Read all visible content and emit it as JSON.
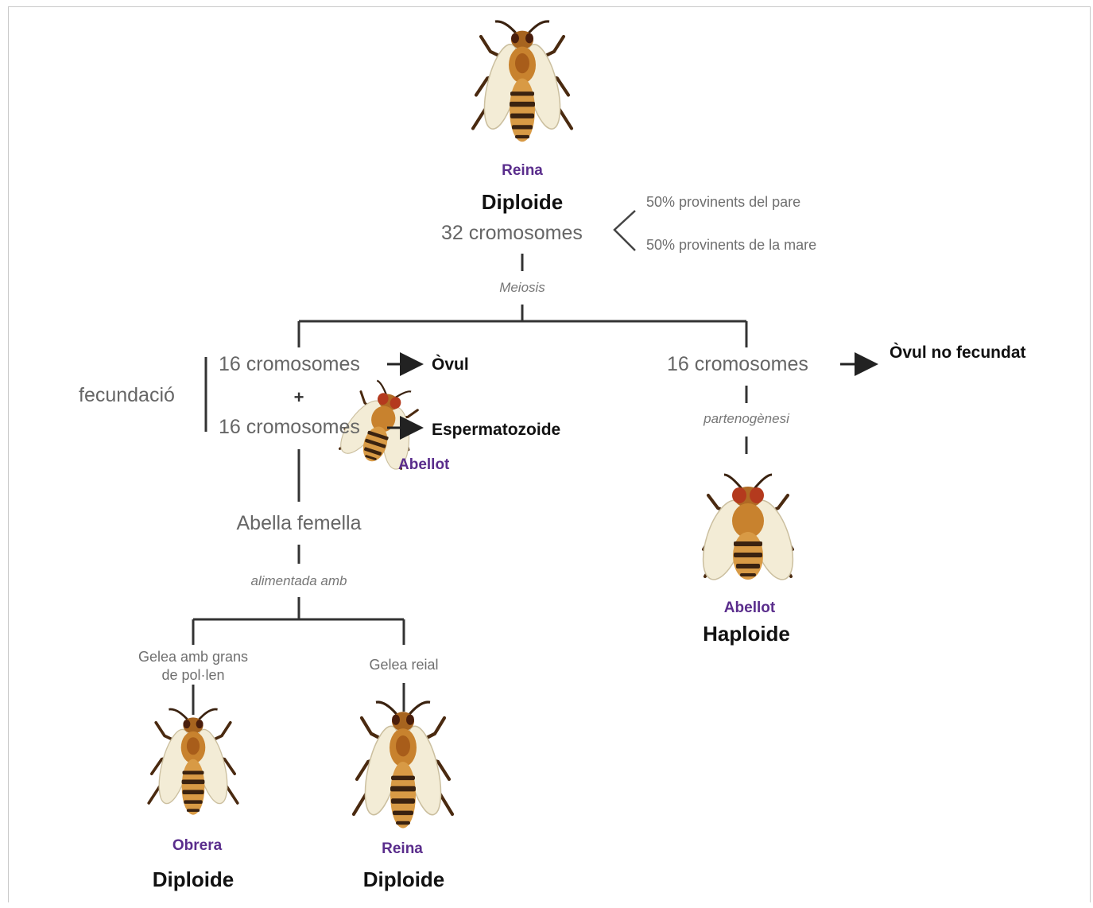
{
  "queen": {
    "caption": "Reina",
    "ploidy": "Diploide",
    "chromosomes": "32 cromosomes"
  },
  "origin": {
    "father": "50% provinents del pare",
    "mother": "50% provinents de la mare"
  },
  "meiosis": "Meiosis",
  "left": {
    "egg_chromosomes": "16 cromosomes",
    "egg": "Òvul",
    "plus": "+",
    "sperm_chromosomes": "16 cromosomes",
    "sperm": "Espermatozoide",
    "drone_caption": "Abellot",
    "fertilization": "fecundació",
    "female_bee": "Abella femella",
    "fed_with": "alimentada amb",
    "worker_food": "Gelea amb grans\nde pol·len",
    "royal_food": "Gelea reial",
    "worker": {
      "caption": "Obrera",
      "ploidy": "Diploide"
    },
    "queen": {
      "caption": "Reina",
      "ploidy": "Diploide"
    }
  },
  "right": {
    "chromosomes": "16 cromosomes",
    "unfertilized_egg": "Òvul no fecundat",
    "parthenogenesis": "partenogènesi",
    "drone": {
      "caption": "Abellot",
      "ploidy": "Haploide"
    }
  },
  "icons": [
    "queen-bee-icon",
    "drone-bee-icon",
    "worker-bee-icon",
    "arrow-right-icon"
  ],
  "colors": {
    "caption": "#5a2d8c",
    "line": "#333333",
    "bee_body": "#c8822e",
    "bee_stripe": "#3a2210"
  }
}
